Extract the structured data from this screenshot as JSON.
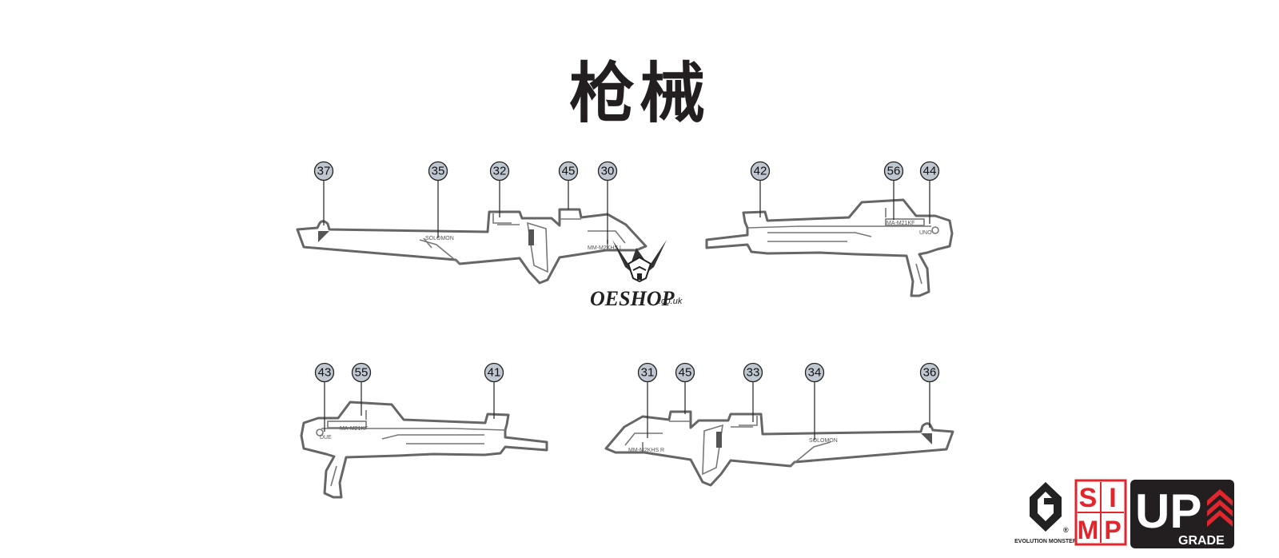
{
  "title": "枪械",
  "engravings": {
    "mm_l": "MM-M2KHS L",
    "mm_r": "MM-M2KHS R",
    "ma_top": "MA-M21KF",
    "ma_bottom": "MA-M21KF",
    "uno": "UNO",
    "due": "DUE"
  },
  "callouts": {
    "a": "37",
    "b": "35",
    "c": "32",
    "d": "45",
    "e": "30",
    "f": "42",
    "g": "56",
    "h": "44",
    "i": "43",
    "j": "55",
    "k": "41",
    "l": "31",
    "m": "45",
    "n": "33",
    "o": "34",
    "p": "36"
  },
  "watermark": {
    "brand": "OESHOP",
    "suffix": ".co.uk"
  },
  "logos": {
    "evolution": "EVOLUTION MONSTER",
    "registered": "®",
    "simp_1": "S",
    "simp_2": "I",
    "simp_3": "M",
    "simp_4": "P",
    "up": "UP",
    "grade": "GRADE"
  },
  "colors": {
    "callout_fill": "#bfc8d0",
    "part_stroke": "#666666",
    "logo_red": "#e1262d",
    "title": "#231f20"
  }
}
